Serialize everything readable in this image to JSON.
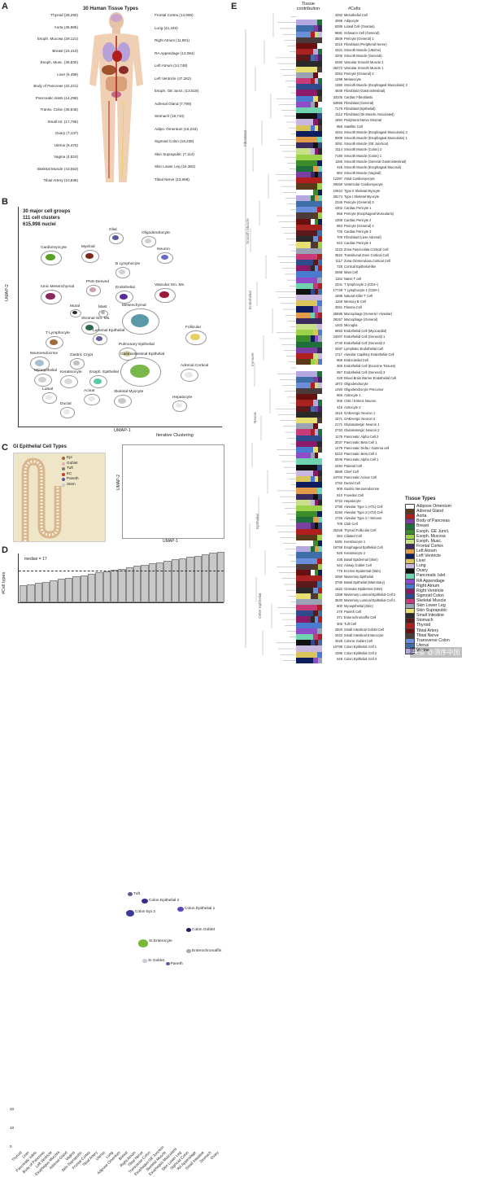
{
  "panelA": {
    "letter": "A",
    "title": "30 Human Tissue Types",
    "left": [
      "Thyroid (28,290)",
      "Aorta (35,985)",
      "Esoph. Mucosa (29,121)",
      "Breast (16,410)",
      "Esoph. Musc. (38,830)",
      "Liver (6,498)",
      "Body of Pancreas (32,221)",
      "Pancreatic Islets (14,298)",
      "Transv. Colon (36,845)",
      "Small Int. (17,786)",
      "Ovary (7,137)",
      "Uterus (8,475)",
      "Vagina (4,824)",
      "Skeletal Muscle (43,553)",
      "Tibial Artery (10,838)"
    ],
    "right": [
      "Frontal Cortex (14,906)",
      "Lung (41,349)",
      "Right Atrium (11,801)",
      "RA Appendage (13,064)",
      "Left Atrium (14,748)",
      "Left Ventricle (47,282)",
      "Esoph. GE Junct. (13,519)",
      "Adrenal Gland (7,799)",
      "Stomach (18,710)",
      "Adipo. Omentum (16,243)",
      "Sigmoid Colon (18,239)",
      "Skin Suprapubic (7,114)",
      "Skin Lower Leg (16,382)",
      "Tibial Nerve (13,868)"
    ]
  },
  "panelB": {
    "letter": "B",
    "line1": "30 major cell groups",
    "line2": "111 cell clusters",
    "line3": "615,998 nuclei",
    "xaxis": "UMAP-1",
    "yaxis": "UMAP-2",
    "clusters": [
      "Glial",
      "Oligodendrocyte",
      "Cardiomyocyte",
      "Myeloid",
      "Neuron",
      "B Lymphocyte",
      "Ionic Mesenchymal",
      "PNS-Derived",
      "Endothelial",
      "Vascular Sm. Ms.",
      "Mural",
      "Mast",
      "Stromal Sm. Ms.",
      "Lumenal Epithelial",
      "Mesenchymal",
      "T Lymphocyte",
      "Follicular",
      "Neuroendocrine",
      "Gastric Crypt",
      "Pulmonary Epithelial",
      "Myoepithelial",
      "Keratinocyte",
      "Esoph. Epithelial",
      "Gastrointestinal Epithelial",
      "Adrenal Cortical",
      "Luteal",
      "Acinar",
      "Skeletal Myocyte",
      "Hepatocyte",
      "Ductal"
    ],
    "iter": "Iterative Clustering"
  },
  "panelC": {
    "letter": "C",
    "title": "GI Epithelial Cell Types",
    "legend": [
      "Epi",
      "Goblet",
      "Tuft",
      "EC",
      "Paneth",
      "Stem"
    ],
    "xaxis": "UMAP-1",
    "yaxis": "UMAP-2",
    "clusters": [
      "Tuft",
      "Colon Epithelial 2",
      "Colon Epi 3",
      "Colon Epithelial 1",
      "Colon Goblet",
      "SI Enterocyte",
      "SI Goblet",
      "Enterochromaffin",
      "Paneth"
    ]
  },
  "panelD": {
    "letter": "D",
    "ylabel": "#Cell types",
    "median": "median = 17",
    "yticks": [
      "20",
      "10",
      "0"
    ],
    "tissues": [
      "Thyroid",
      "Liver",
      "Pancreatic Islets",
      "Body of Pancreas",
      "Left Ventricle",
      "Esophagus Mucosa",
      "Adrenal Gland",
      "Vagina",
      "Skin Suprapubic",
      "Frontal Cortex",
      "Tibial Artery",
      "Uterus",
      "Lung",
      "Adipose Omentum",
      "Breast",
      "Right Atrium",
      "Tibial Nerve",
      "Transverse Colon",
      "Esophagus GE Junction",
      "Skeletal Muscle",
      "Esophagus Muscularis",
      "Skin Lower Leg",
      "Sigmoid Colon",
      "RA Appendage",
      "Small Intestine",
      "Stomach",
      "Ovary"
    ]
  },
  "panelE": {
    "letter": "E",
    "header1": "Tissue",
    "header2": "contribution",
    "header3": "#Cells",
    "legendTitle": "Tissue Types",
    "legend": [
      {
        "name": "Adipose Omentum",
        "color": "#ffffff"
      },
      {
        "name": "Adrenal Gland",
        "color": "#5a3a1a"
      },
      {
        "name": "Aorta",
        "color": "#b01e1e"
      },
      {
        "name": "Body of Pancreas",
        "color": "#7a3fa0"
      },
      {
        "name": "Breast",
        "color": "#1e6f3a"
      },
      {
        "name": "Esoph. GE Junct.",
        "color": "#3c8c2c"
      },
      {
        "name": "Esoph. Mucosa",
        "color": "#9bd24a"
      },
      {
        "name": "Esoph. Musc.",
        "color": "#c8e08a"
      },
      {
        "name": "Frontal Cortex",
        "color": "#3b2a5e"
      },
      {
        "name": "Left Atrium",
        "color": "#e39a4a"
      },
      {
        "name": "Left Ventricle",
        "color": "#0d1c5c"
      },
      {
        "name": "Liver",
        "color": "#d9c45c"
      },
      {
        "name": "Lung",
        "color": "#c8b8e0"
      },
      {
        "name": "Ovary",
        "color": "#111111"
      },
      {
        "name": "Pancreatic Islet",
        "color": "#6fd3b0"
      },
      {
        "name": "RA Appendage",
        "color": "#8f4bc8"
      },
      {
        "name": "Right Atrium",
        "color": "#4a7bd0"
      },
      {
        "name": "Right Ventricle",
        "color": "#8b1a6a"
      },
      {
        "name": "Sigmoid Colon",
        "color": "#2f4a8a"
      },
      {
        "name": "Skeletal Muscle",
        "color": "#c83a7a"
      },
      {
        "name": "Skin Lower Leg",
        "color": "#9aa3b6"
      },
      {
        "name": "Skin Suprapubic",
        "color": "#e7de74"
      },
      {
        "name": "Small Intestine",
        "color": "#2a2a2a"
      },
      {
        "name": "Stomach",
        "color": "#5a1a1a"
      },
      {
        "name": "Thyroid",
        "color": "#a82222"
      },
      {
        "name": "Tibial Artery",
        "color": "#6a0f0f"
      },
      {
        "name": "Tibial Nerve",
        "color": "#4a3a3a"
      },
      {
        "name": "Transverse Colon",
        "color": "#6a8fd8"
      },
      {
        "name": "Uterus",
        "color": "#3f6fa8"
      },
      {
        "name": "Vagina",
        "color": "#b5a8e0"
      }
    ],
    "groups": [
      "Fibroblast",
      "Smooth Muscle",
      "Endothelial",
      "Immune",
      "Neural",
      "Epithelial",
      "Other Epithelial"
    ],
    "rows": [
      [
        "3392",
        "Mesothelial Cell"
      ],
      [
        "4065",
        "Adipocyte"
      ],
      [
        "6289",
        "Luteal Cell (Ovarian)"
      ],
      [
        "9681",
        "Schwann Cell (General)"
      ],
      [
        "3509",
        "Pericyte (General) 1"
      ],
      [
        "3316",
        "Fibroblast (Peripheral Nerve)"
      ],
      [
        "4321",
        "Smooth Muscle (Uterine)"
      ],
      [
        "4205",
        "Smooth Muscle (General)"
      ],
      [
        "6450",
        "Vascular Smooth Muscle 2"
      ],
      [
        "26372",
        "Vascular Smooth Muscle 1"
      ],
      [
        "2053",
        "Pericyte (General) 2"
      ],
      [
        "1299",
        "Melanocyte"
      ],
      [
        "1365",
        "Smooth Muscle (Esophageal Muscularis) 3"
      ],
      [
        "4849",
        "Fibroblast (Gastrointestinal)"
      ],
      [
        "33106",
        "Cardiac Fibroblasts"
      ],
      [
        "52868",
        "Fibroblast (General)"
      ],
      [
        "7176",
        "Fibroblast (Epithelial)"
      ],
      [
        "2112",
        "Fibroblast (Sk Muscle Associated)"
      ],
      [
        "1894",
        "Peripheral Nerve Stromal"
      ],
      [
        "868",
        "Satellite Cell"
      ],
      [
        "4464",
        "Smooth Muscle (Esophageal Muscularis) 2"
      ],
      [
        "8008",
        "Smooth Muscle (Esophageal Muscularis) 1"
      ],
      [
        "3451",
        "Smooth Muscle (GE Junction)"
      ],
      [
        "3114",
        "Smooth Muscle (Colon) 2"
      ],
      [
        "7180",
        "Smooth Muscle (Colon) 1"
      ],
      [
        "1156",
        "Smooth Muscle (General Gastrointestinal)"
      ],
      [
        "445",
        "Smooth Muscle (Esophageal Mucosal)"
      ],
      [
        "884",
        "Smooth Muscle (Vaginal)"
      ],
      [
        "12397",
        "Atrial Cardiomyocyte"
      ],
      [
        "29250",
        "Ventricular Cardiomyocyte"
      ],
      [
        "10524",
        "Type II Skeletal Myocyte"
      ],
      [
        "28174",
        "Type I Skeletal Myocyte"
      ],
      [
        "2346",
        "Pericyte (General) 3"
      ],
      [
        "4302",
        "Cardiac Pericyte 1"
      ],
      [
        "868",
        "Pericyte (Esophageal Muscularis)"
      ],
      [
        "1309",
        "Cardiac Pericyte 2"
      ],
      [
        "853",
        "Pericyte (General) 4"
      ],
      [
        "736",
        "Cardiac Pericyte 3"
      ],
      [
        "709",
        "Fibroblast (Liver Adrenal)"
      ],
      [
        "642",
        "Cardiac Pericyte 4"
      ],
      [
        "1223",
        "Zona Fasciculata Cortical Cell"
      ],
      [
        "3622",
        "Transitional Zone Cortical Cell"
      ],
      [
        "1117",
        "Zona Glomerulosa Cortical Cell"
      ],
      [
        "728",
        "Cortical Epithelial-like"
      ],
      [
        "2668",
        "Mast Cell"
      ],
      [
        "1162",
        "Naive T cell"
      ],
      [
        "2341",
        "T lymphocyte 2 (CD4+)"
      ],
      [
        "17749",
        "T Lymphocyte 1 (CD8+)"
      ],
      [
        "1698",
        "Natural Killer T Cell"
      ],
      [
        "1158",
        "Memory B Cell"
      ],
      [
        "3051",
        "Plasma Cell"
      ],
      [
        "25686",
        "Macrophage (General / Alveolar)"
      ],
      [
        "28157",
        "Macrophage (General)"
      ],
      [
        "1403",
        "Microglia"
      ],
      [
        "6653",
        "Endothelial Cell (Myocardial)"
      ],
      [
        "24007",
        "Endothelial Cell (General) 1"
      ],
      [
        "2740",
        "Endothelial Cell (General) 2"
      ],
      [
        "3487",
        "Lymphatic Endothelial Cell"
      ],
      [
        "1717",
        "Alveolar Capillary Endothelial Cell"
      ],
      [
        "865",
        "Endocardial Cell"
      ],
      [
        "368",
        "Endothelial Cell (Exocrine Tissues)"
      ],
      [
        "957",
        "Endothelial Cell (General) 3"
      ],
      [
        "228",
        "Blood Brain Barrier Endothelial Cell"
      ],
      [
        "1972",
        "Oligodendrocyte"
      ],
      [
        "1493",
        "Oligodendrocyte Precursor"
      ],
      [
        "865",
        "Astrocyte 1"
      ],
      [
        "306",
        "CNS / Enteric Neuron"
      ],
      [
        "416",
        "Astrocyte 2"
      ],
      [
        "1516",
        "GABAergic Neuron 1"
      ],
      [
        "1571",
        "GABAergic Neuron 2"
      ],
      [
        "2171",
        "Glutamatergic Neuron 1"
      ],
      [
        "2733",
        "Glutamatergic Neuron 2"
      ],
      [
        "1179",
        "Pancreatic Alpha Cell 2"
      ],
      [
        "2037",
        "Pancreatic Beta Cell 1"
      ],
      [
        "1279",
        "Pancreatic Delta / Gamma cell"
      ],
      [
        "5223",
        "Pancreatic Beta Cell 2"
      ],
      [
        "5046",
        "Pancreatic Alpha Cell 1"
      ],
      [
        "2294",
        "Parietal Cell"
      ],
      [
        "8588",
        "Chief Cell"
      ],
      [
        "24703",
        "Pancreatic Acinar Cell"
      ],
      [
        "2762",
        "Ductal Cell"
      ],
      [
        "909",
        "Gastric Neuroendocrine"
      ],
      [
        "910",
        "Foveolar Cell"
      ],
      [
        "5722",
        "Hepatocyte"
      ],
      [
        "2780",
        "Alveolar Type 1 (AT1) Cell"
      ],
      [
        "5193",
        "Alveolar Type 2 (AT2) Cell"
      ],
      [
        "1726",
        "Alveolar Type 2 / Immune"
      ],
      [
        "709",
        "Club Cell"
      ],
      [
        "25348",
        "Thyroid Follicular Cell"
      ],
      [
        "384",
        "Ciliated Cell"
      ],
      [
        "6381",
        "Keratinocyte 1"
      ],
      [
        "16758",
        "Esophageal Epithelial Cell"
      ],
      [
        "548",
        "Keratinocyte 2"
      ],
      [
        "438",
        "Basal Epidermal (Skin)"
      ],
      [
        "542",
        "Airway Goblet Cell"
      ],
      [
        "776",
        "Eccrine Epidermal (Skin)"
      ],
      [
        "2050",
        "Mammary Epithelial"
      ],
      [
        "3765",
        "Basal Epithelial (Mammary)"
      ],
      [
        "1622",
        "Granular Epidermal (Skin)"
      ],
      [
        "1368",
        "Mammary Luminal Epithelial Cell 2"
      ],
      [
        "3630",
        "Mammary Luminal Epithelial Cell 1"
      ],
      [
        "600",
        "Myoepithelial (Skin)"
      ],
      [
        "279",
        "Paneth Cell"
      ],
      [
        "371",
        "Enterochromaffin Cell"
      ],
      [
        "305",
        "Tuft Cell"
      ],
      [
        "2503",
        "Small Intestinal Goblet Cell"
      ],
      [
        "2023",
        "Small Intestinal Enterocyte"
      ],
      [
        "3028",
        "Colonic Goblet Cell"
      ],
      [
        "10798",
        "Colon Epithelial Cell 1"
      ],
      [
        "1085",
        "Colon Epithelial Cell 2"
      ],
      [
        "649",
        "Colon Epithelial Cell 3"
      ]
    ]
  },
  "watermark": "头条 @测序中国"
}
